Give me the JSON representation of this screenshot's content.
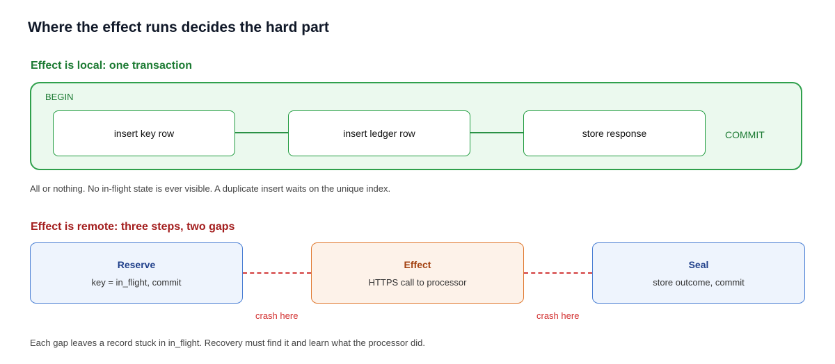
{
  "title": "Where the effect runs decides the hard part",
  "local": {
    "heading": "Effect is local: one transaction",
    "begin": "BEGIN",
    "commit": "COMMIT",
    "steps": [
      "insert key row",
      "insert ledger row",
      "store response"
    ],
    "note": "All or nothing. No in-flight state is ever visible. A duplicate insert waits on the unique index."
  },
  "remote": {
    "heading": "Effect is remote: three steps, two gaps",
    "steps": [
      {
        "title": "Reserve",
        "detail": "key = in_flight, commit"
      },
      {
        "title": "Effect",
        "detail": "HTTPS call to processor"
      },
      {
        "title": "Seal",
        "detail": "store outcome, commit"
      }
    ],
    "gap_labels": [
      "crash here",
      "crash here"
    ],
    "note": "Each gap leaves a record stuck in in_flight. Recovery must find it and learn what the processor did."
  },
  "colors": {
    "local_accent": "#2fa04c",
    "remote_accent": "#a31d1d",
    "blue_box": "#4a7fd4",
    "orange_box": "#e0782e",
    "crash": "#d23b3b"
  }
}
